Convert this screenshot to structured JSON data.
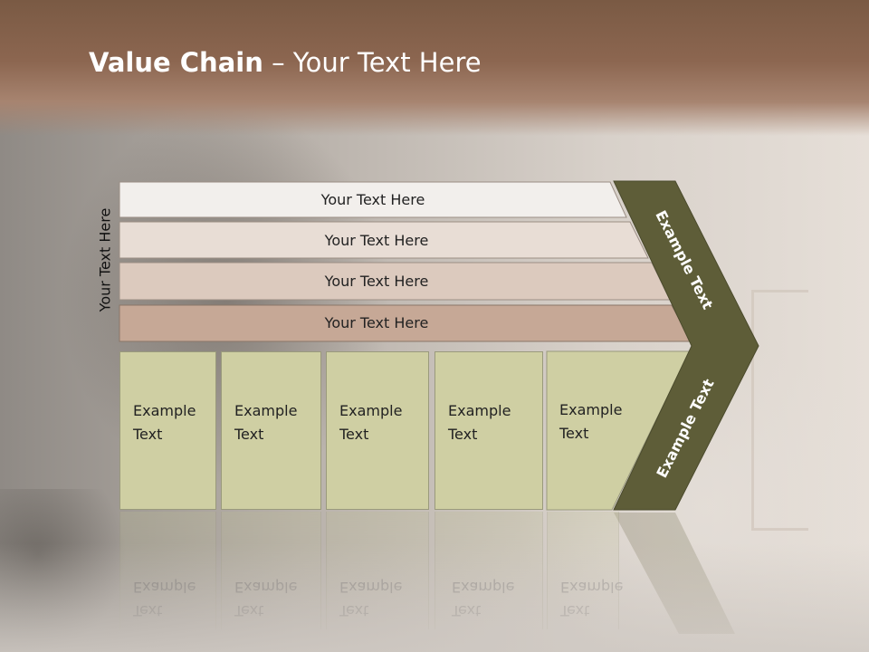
{
  "slide": {
    "title_bold": "Value Chain",
    "title_rest": " – Your Text Here",
    "vertical_label": "Your Text Here"
  },
  "bars": [
    {
      "label": "Your Text Here",
      "color": "#f2efec"
    },
    {
      "label": "Your Text Here",
      "color": "#e8ddd5"
    },
    {
      "label": "Your Text Here",
      "color": "#dccabe"
    },
    {
      "label": "Your Text Here",
      "color": "#c6a896"
    }
  ],
  "boxes": [
    {
      "line1": "Example",
      "line2": "Text"
    },
    {
      "line1": "Example",
      "line2": "Text"
    },
    {
      "line1": "Example",
      "line2": "Text"
    },
    {
      "line1": "Example",
      "line2": "Text"
    },
    {
      "line1": "Example",
      "line2": "Text"
    }
  ],
  "chevron": {
    "upper_text": "Example Text",
    "lower_text": "Example Text",
    "color": "#5e5d38"
  },
  "colors": {
    "box_fill": "#cfcfa3",
    "header": "#8c6650"
  }
}
